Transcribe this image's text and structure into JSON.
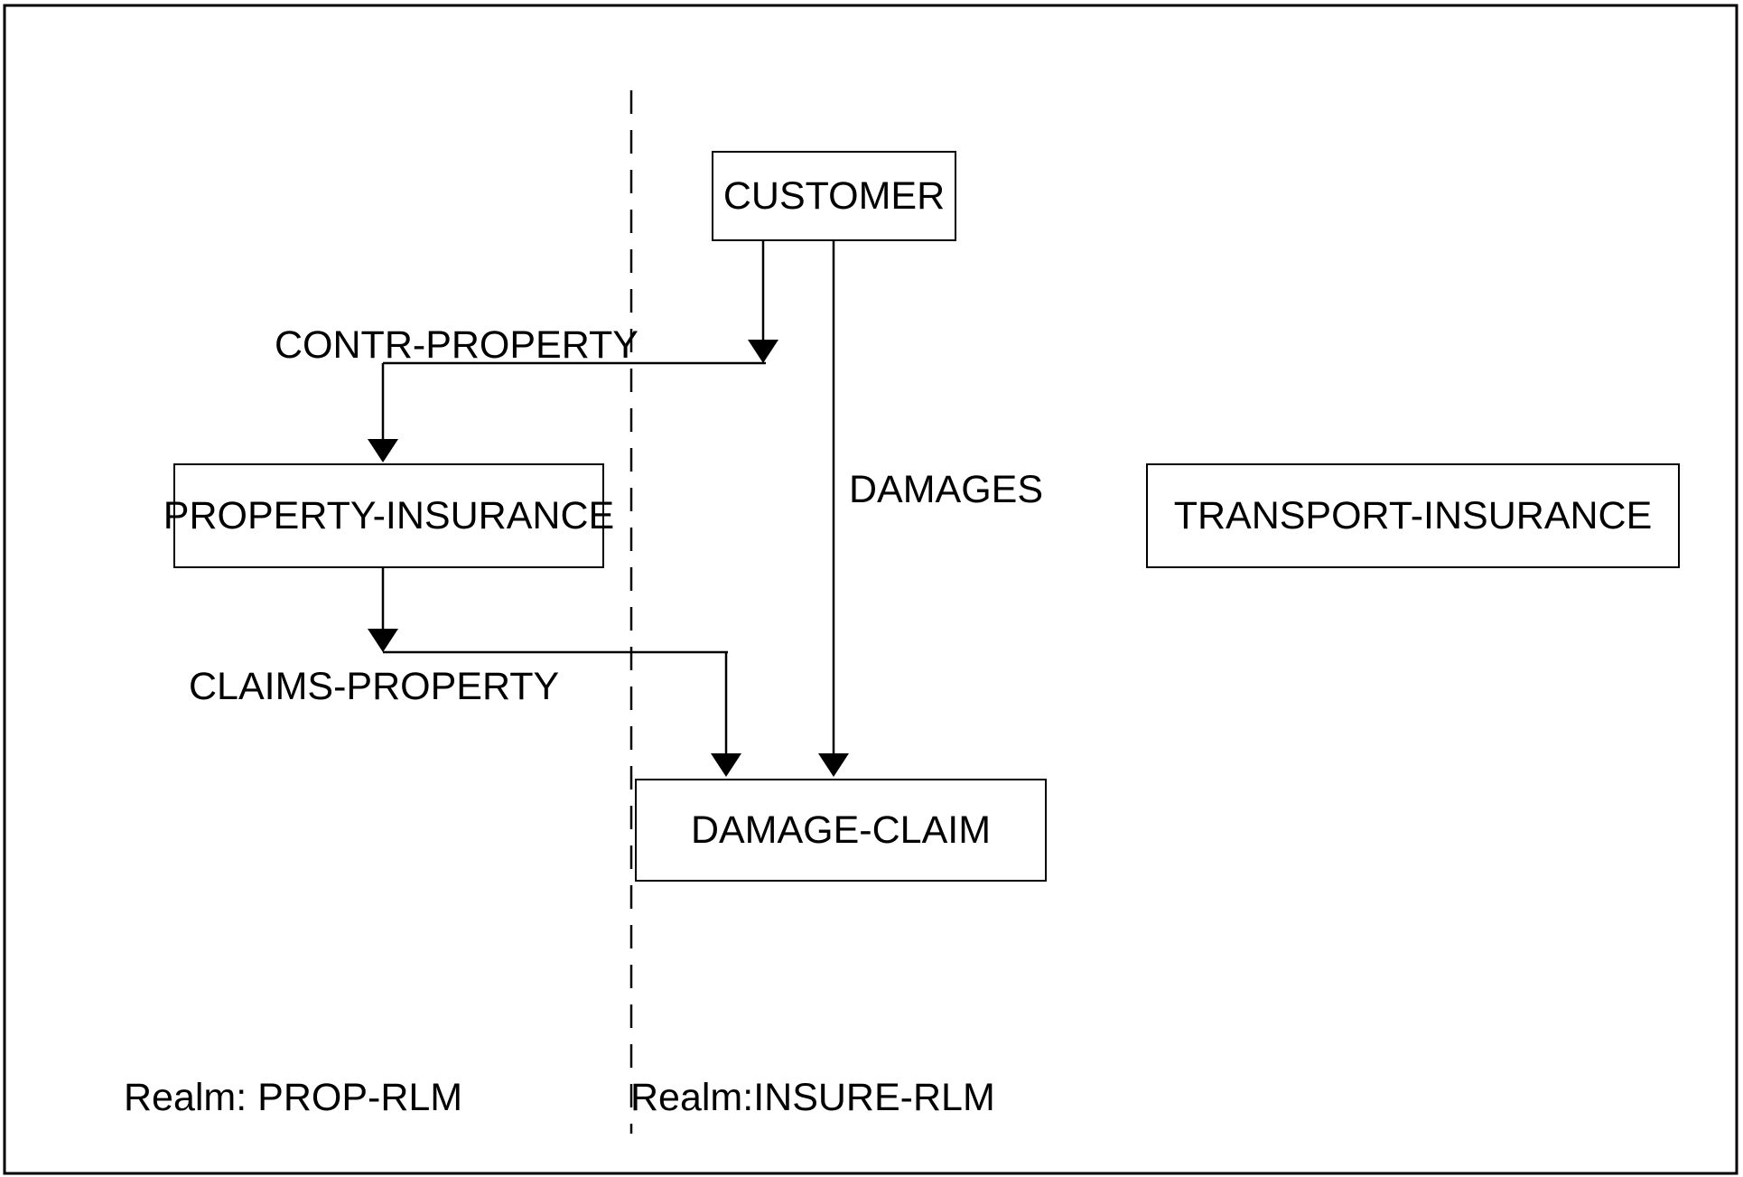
{
  "entities": {
    "customer": "CUSTOMER",
    "property_insurance": "PROPERTY-INSURANCE",
    "transport_insurance": "TRANSPORT-INSURANCE",
    "damage_claim": "DAMAGE-CLAIM"
  },
  "relations": {
    "contr_property": "CONTR-PROPERTY",
    "damages": "DAMAGES",
    "claims_property": "CLAIMS-PROPERTY"
  },
  "realms": {
    "left": "Realm: PROP-RLM",
    "right": "Realm:INSURE-RLM"
  }
}
